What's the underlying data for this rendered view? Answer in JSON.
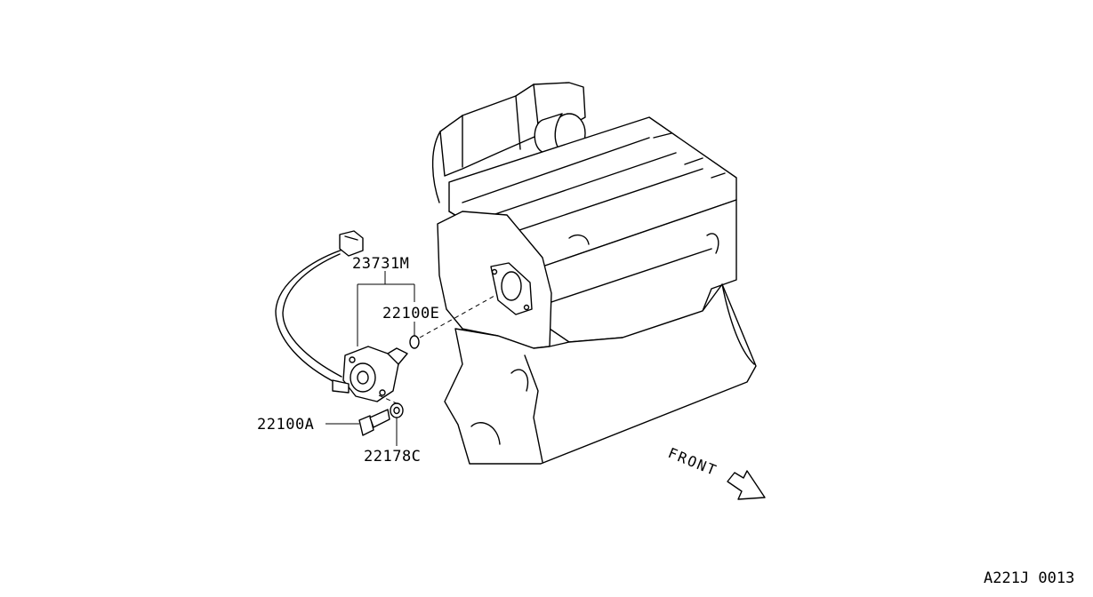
{
  "diagram": {
    "parts": [
      {
        "id": "p1",
        "number": "23731M"
      },
      {
        "id": "p2",
        "number": "22100E"
      },
      {
        "id": "p3",
        "number": "22100A"
      },
      {
        "id": "p4",
        "number": "22178C"
      }
    ],
    "direction_label": "FRONT",
    "figure_code": "A221J 0013",
    "colors": {
      "line": "#000000",
      "background": "#ffffff"
    }
  }
}
